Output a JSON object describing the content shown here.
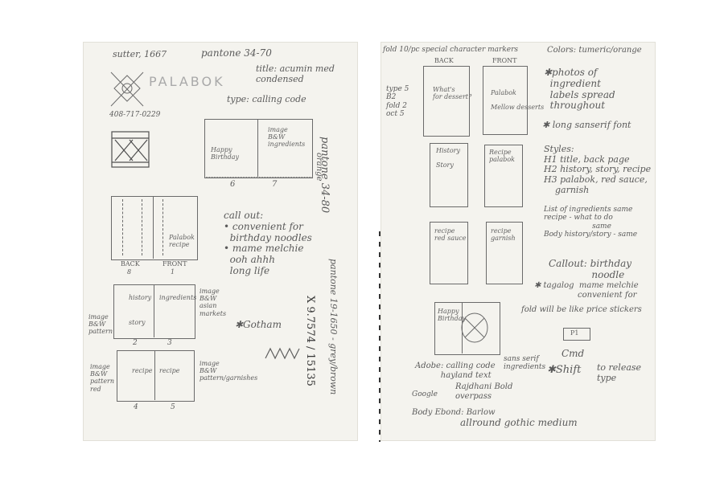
{
  "left": {
    "sutter": "sutter, 1667",
    "pantone_a": "pantone 34-70",
    "logo_word": "PALABOK",
    "title_note": "title: acumin med\ncondensed",
    "phone": "408-717-0229",
    "type_note": "type: calling code",
    "card_left": "Happy\nBirthday",
    "card_right": "image\nB&W\ningredients",
    "num_6": "6",
    "num_7": "7",
    "pantone_b": "pantone 34-80",
    "orange": "orange",
    "back_label": "BACK",
    "front_label": "FRONT",
    "num_8": "8",
    "num_1": "1",
    "front_box_text": "Palabok\nrecipe",
    "callout": "call out:\n• convenient for\n  birthday noodles\n• mame melchie\n  ooh ahhh\n  long life",
    "pantone_c": "pantone 19-1650 - grey/brown",
    "history": "history",
    "ingredients": "ingredients",
    "story": "story",
    "image_bw_asian": "image\nB&W\nasian\nmarkets",
    "image_bw_pattern": "image\nB&W\npattern",
    "num_2": "2",
    "num_3": "3",
    "gotham": "✱Gotham",
    "tag_x": "X 9.7574 / 15135",
    "image_bw_pattern_red": "image\nB&W\npattern\nred",
    "recipe_a": "recipe",
    "recipe_b": "recipe",
    "image_bw_garnishes": "image\nB&W\npattern/garnishes",
    "num_4": "4",
    "num_5": "5"
  },
  "right": {
    "fold_note": "fold 10/pc special character markers",
    "colors": "Colors: tumeric/orange",
    "back": "BACK",
    "front": "FRONT",
    "spec": "type 5\nB2\nfold 2\noct 5",
    "whats_dessert": "What's\nfor dessert?",
    "palabok_box": "Palabok\n\nMellow desserts",
    "photos_note": "✱photos of\n  ingredient\n  labels spread\n  throughout",
    "sans_note": "✱ long sanserif font",
    "history_box": "History\n\nStory",
    "recipe_palabok": "Recipe\npalabok",
    "styles": "Styles:\nH1 title, back page\nH2 history, story, recipe\nH3 palabok, red sauce,\n    garnish",
    "list_note": "List of ingredients same\nrecipe - what to do\n                     same\nBody history/story - same",
    "recipe_red": "recipe\nred sauce",
    "recipe_garnish": "recipe\ngarnish",
    "callout": "Callout: birthday\n              noodle",
    "tagalog": "✱ tagalog  mame melchie\n                 convenient for",
    "fold_like": "fold will be like price stickers",
    "small_box": "P1",
    "happy_bday": "Happy\nBirthday",
    "cmd": "Cmd",
    "shift": "✱Shift",
    "release": "to release\ntype",
    "adobe": "Adobe: calling code\n          hayland text",
    "sans_serif": "sans serif\ningredients",
    "google": "Google",
    "rajdhani": "Rajdhani Bold\noverpass",
    "body": "Body Ebond: Barlow",
    "allround": "allround gothic medium"
  }
}
